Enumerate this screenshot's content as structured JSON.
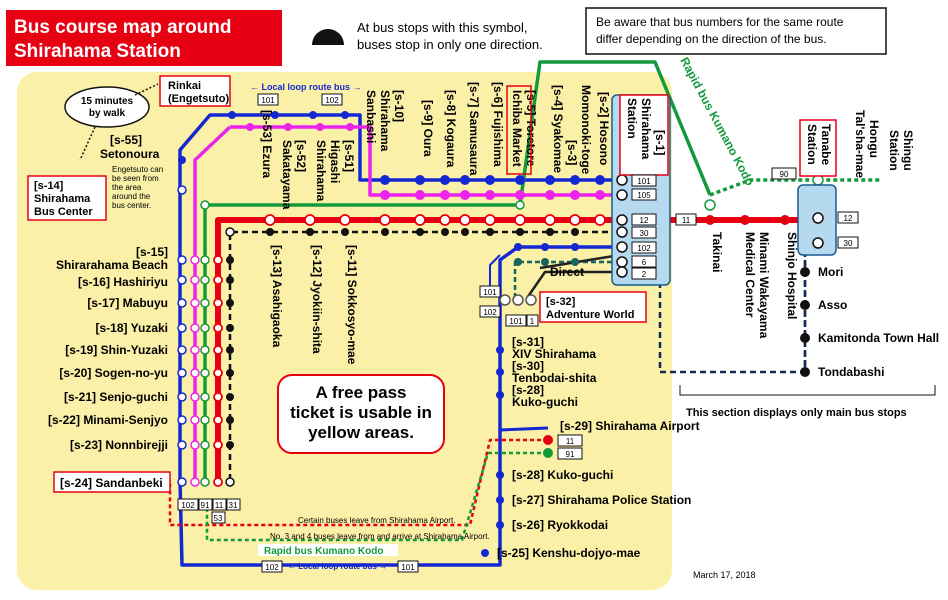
{
  "title": {
    "line1": "Bus course map around",
    "line2": "Shirahama Station"
  },
  "legend": {
    "line1": "At bus stops with this symbol,",
    "line2": "buses stop in only one direction."
  },
  "notice": {
    "line1": "Be aware that bus numbers for the same route",
    "line2": "differ depending on the direction of the bus."
  },
  "walk_note": {
    "line1": "15 minutes",
    "line2": "by walk"
  },
  "rinkai": {
    "line1": "Rinkai",
    "line2": "(Engetsuto)"
  },
  "local_loop": "← Local loop route bus →",
  "local_loop_bottom": "← Local loop route bus →",
  "rapid_label": "Rapid bus Kumano Kodo",
  "rapid_label_bottom": "Rapid bus Kumano Kodo",
  "free_pass": {
    "line1": "A free pass",
    "line2": "ticket is usable in",
    "line3": "yellow areas."
  },
  "notes": {
    "airport": "Certain buses leave from Shirahama Airport.",
    "no34": "No. 3 and 4 buses leave from and arrive at Shirahama Airport."
  },
  "direct": "Direct",
  "date": "March 17, 2018",
  "section_note": "This section displays only main bus stops",
  "engetsuto_note": {
    "l1": "Engetsuto can",
    "l2": "be seen from",
    "l3": "the area",
    "l4": "around the",
    "l5": "bus center."
  },
  "bus_center": {
    "line1": "[s-14]",
    "line2": "Shirahama",
    "line3": "Bus Center"
  },
  "setonoura": {
    "line1": "[s-55]",
    "line2": "Setonoura"
  },
  "station": {
    "line1": "[s-1]",
    "line2": "Shirahama",
    "line3": "Station"
  },
  "adventure": {
    "line1": "[s-32]",
    "line2": "Adventure World"
  },
  "sandanbeki": "[s-24] Sandanbeki",
  "tanabe": {
    "line1": "Tanabe",
    "line2": "Station"
  },
  "left_stops": [
    {
      "l1": "[s-15]",
      "l2": "Shirarahama Beach"
    },
    {
      "l1": "[s-16] Hashiriyu"
    },
    {
      "l1": "[s-17] Mabuyu"
    },
    {
      "l1": "[s-18] Yuzaki"
    },
    {
      "l1": "[s-19] Shin-Yuzaki"
    },
    {
      "l1": "[s-20] Sogen-no-yu"
    },
    {
      "l1": "[s-21] Senjo-guchi"
    },
    {
      "l1": "[s-22] Minami-Senjyo"
    },
    {
      "l1": "[s-23] Nonnbirejji"
    }
  ],
  "top_stops": [
    {
      "l1": "[s-53] Ezura"
    },
    {
      "l1": "[s-52]",
      "l2": "Sakatayama"
    },
    {
      "l1": "[s-51]",
      "l2": "Higashi",
      "l3": "Shirahama"
    },
    {
      "l1": "[s-10]",
      "l2": "Shirahama",
      "l3": "Sanbashi"
    },
    {
      "l1": "[s-9] Oura"
    },
    {
      "l1": "[s-8] Kogaura"
    },
    {
      "l1": "[s-7] Samusaura"
    },
    {
      "l1": "[s-6] Fujishima"
    },
    {
      "l1": "[s-5] Toretore",
      "l2": "Ichiba Market"
    },
    {
      "l1": "[s-4] Syakomae"
    },
    {
      "l1": "Momonoki-toge",
      "l2": "[s-3]"
    },
    {
      "l1": "[s-2] Hosono"
    }
  ],
  "inner_stops": [
    {
      "l1": "[s-13] Asahigaoka"
    },
    {
      "l1": "[s-12] Jyokiin-shita"
    },
    {
      "l1": "[s-11] Sokkosyo-mae"
    }
  ],
  "right_stops": [
    {
      "l1": "[s-31]",
      "l2": "XIV Shirahama"
    },
    {
      "l1": "[s-30]",
      "l2": "Tenbodai-shita"
    },
    {
      "l1": "[s-28]",
      "l2": "Kuko-guchi"
    },
    {
      "l1": "[s-29] Shirahama Airport"
    },
    {
      "l1": "[s-28] Kuko-guchi"
    },
    {
      "l1": "[s-27] Shirahama Police Station"
    },
    {
      "l1": "[s-26] Ryokkodai"
    },
    {
      "l1": "[s-25] Kenshu-dojyo-mae"
    }
  ],
  "east_stops": [
    {
      "l1": "Takinai"
    },
    {
      "l1": "Minami Wakayama",
      "l2": "Medical Center"
    },
    {
      "l1": "Shinjo Hospital"
    }
  ],
  "tanabe_lines": [
    {
      "l1": "Tal'sha-mae",
      "l2": "Hongu"
    },
    {
      "l1": "Station",
      "l2": "Shingu"
    }
  ],
  "south_stops": [
    {
      "l1": "Mori"
    },
    {
      "l1": "Asso"
    },
    {
      "l1": "Kamitonda Town Hall"
    },
    {
      "l1": "Tondabashi"
    }
  ],
  "route_numbers": {
    "station": [
      "101",
      "105",
      "12",
      "30",
      "102",
      "6",
      "2"
    ],
    "tanabe": [
      "90",
      "12",
      "30"
    ],
    "top_loop": [
      "101",
      "102"
    ],
    "bottom_loop": [
      "102",
      "101"
    ],
    "bottom_left": [
      "102",
      "91",
      "11",
      "31",
      "53"
    ],
    "airport": [
      "11",
      "91"
    ],
    "adventure": [
      "101",
      "1"
    ],
    "adventure_side": [
      "101",
      "102"
    ],
    "east": [
      "11",
      "90"
    ]
  },
  "colors": {
    "yellow_area": "#fbf0a8",
    "title_red": "#e60012",
    "blue_route": "#1428d2",
    "magenta_route": "#ee22ee",
    "green_route": "#129a3c",
    "red_route": "#e60012",
    "black_route": "#111111",
    "navy_route": "#102a55",
    "teal_route": "#19655e",
    "station_box": "#b5d9ef"
  },
  "icons": [
    "half-circle-symbol-icon",
    "walk-dotted-arrow-icon",
    "bus-stop-dot-icon"
  ]
}
